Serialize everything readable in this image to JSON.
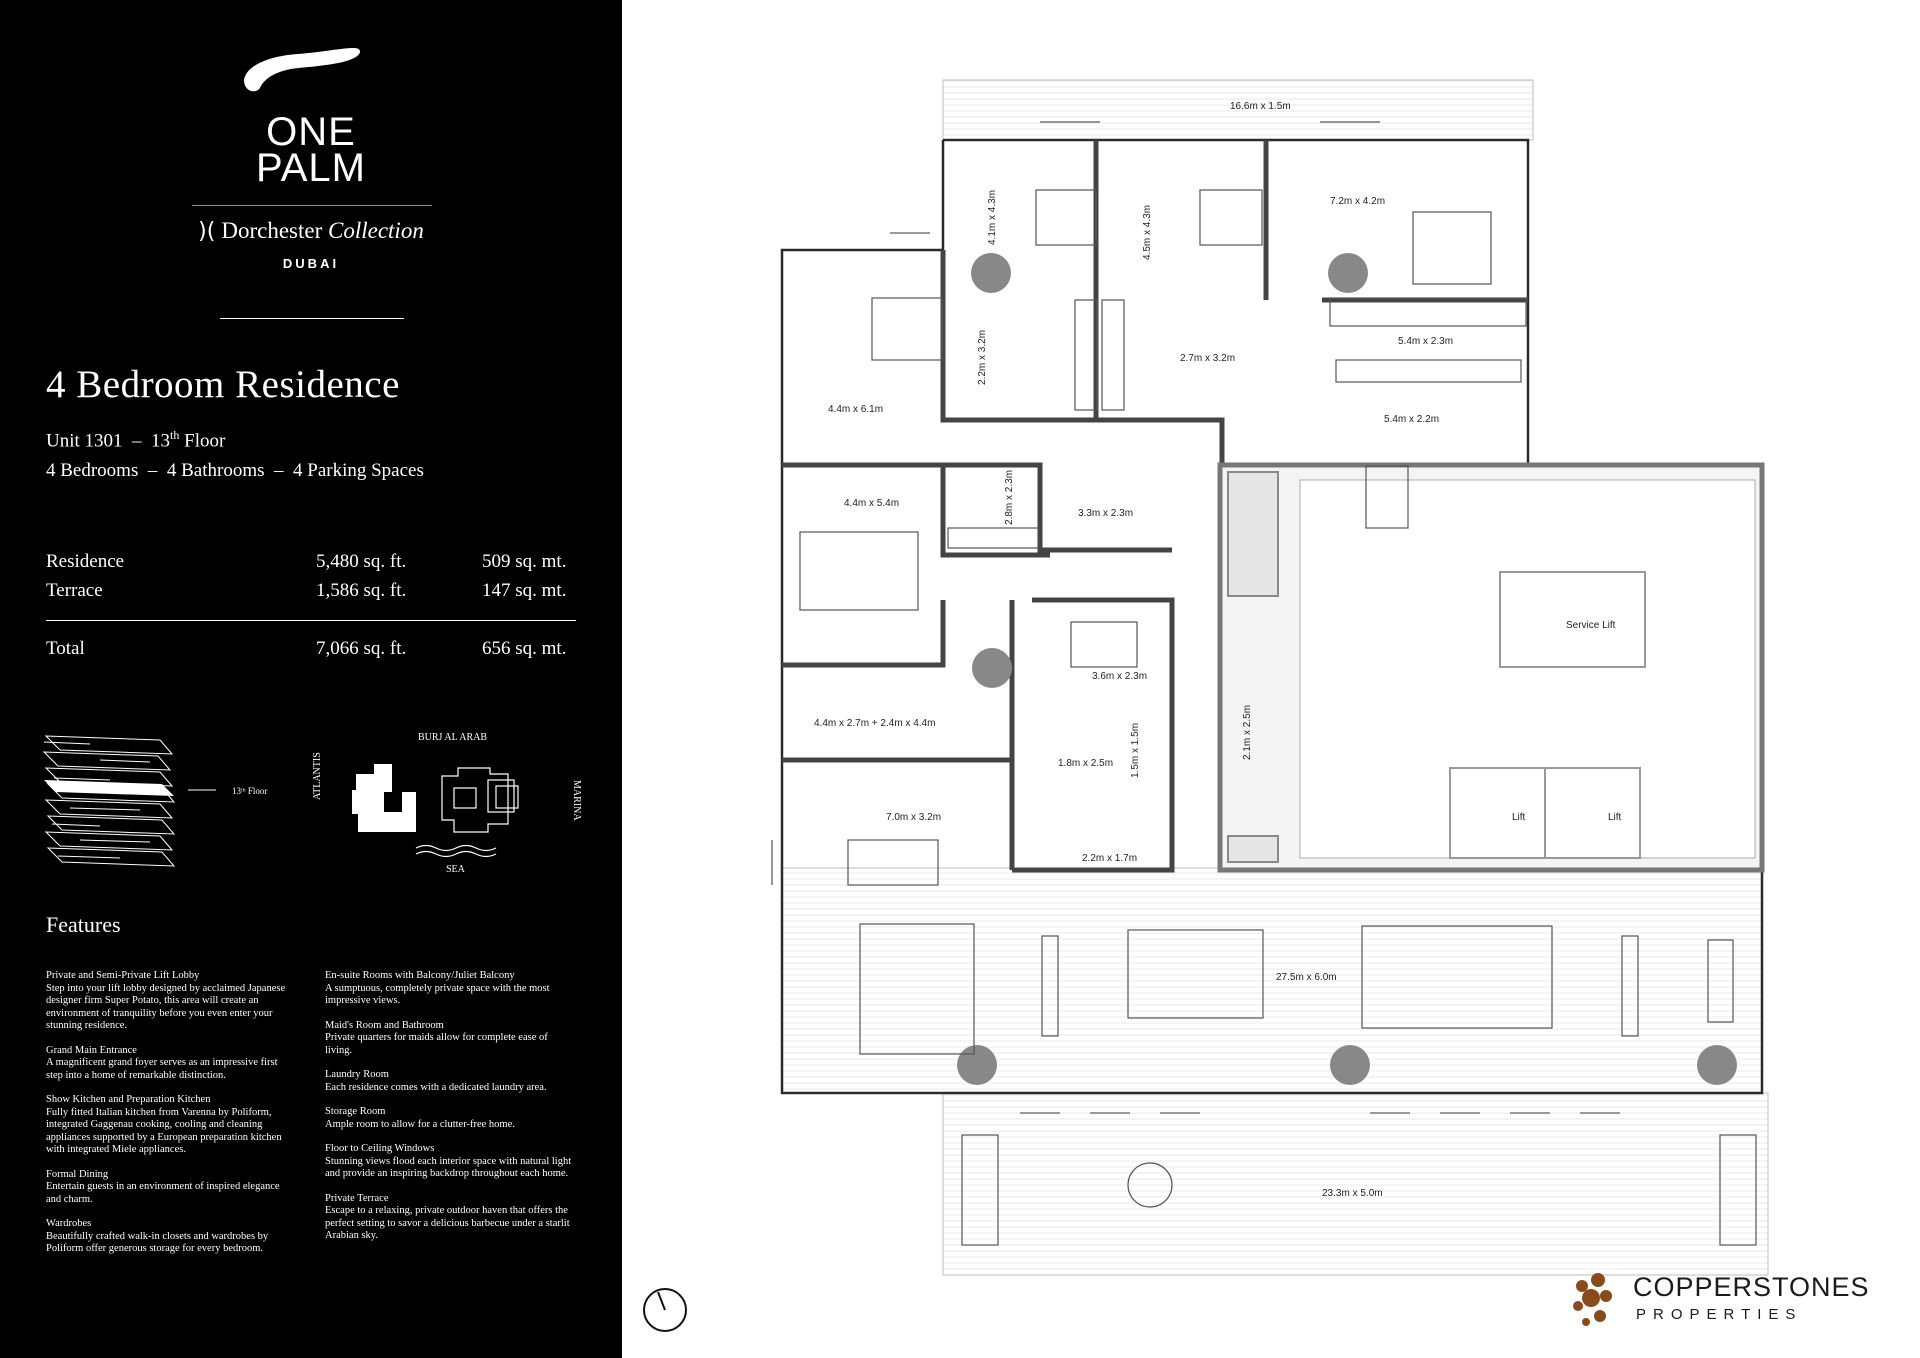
{
  "brand": {
    "line1": "ONE",
    "line2": "PALM",
    "dorchester": "Dorchester",
    "collection": "Collection",
    "city": "DUBAI"
  },
  "residence": {
    "title": "4 Bedroom Residence",
    "unit": "Unit 1301",
    "dash": "–",
    "floor_num": "13",
    "floor_sup": "th",
    "floor_word": "Floor",
    "specs": [
      "4 Bedrooms",
      "4 Bathrooms",
      "4 Parking Spaces"
    ]
  },
  "areas": [
    {
      "label": "Residence",
      "sqft": "5,480 sq. ft.",
      "sqm": "509 sq. mt."
    },
    {
      "label": "Terrace",
      "sqft": "1,586 sq. ft.",
      "sqm": "147 sq. mt."
    }
  ],
  "total": {
    "label": "Total",
    "sqft": "7,066 sq. ft.",
    "sqm": "656 sq. mt."
  },
  "location": {
    "floor_label": "13ᵗʰ Floor",
    "burj": "BURJ AL ARAB",
    "atlantis": "ATLANTIS",
    "marina": "MARINA",
    "sea": "SEA"
  },
  "features_title": "Features",
  "features_left": [
    {
      "title": "Private and Semi-Private Lift Lobby",
      "desc": "Step into your lift lobby designed by acclaimed Japanese designer firm Super Potato, this area will create an environment of tranquility before you even enter your stunning residence."
    },
    {
      "title": "Grand Main Entrance",
      "desc": "A magnificent grand foyer serves as an impressive first step into a home of remarkable distinction."
    },
    {
      "title": "Show Kitchen and Preparation Kitchen",
      "desc": "Fully fitted Italian kitchen from Varenna by Poliform, integrated Gaggenau cooking, cooling and cleaning appliances supported by a European preparation kitchen with integrated Miele appliances."
    },
    {
      "title": "Formal Dining",
      "desc": "Entertain guests in an environment of inspired elegance and charm."
    },
    {
      "title": "Wardrobes",
      "desc": "Beautifully crafted walk-in closets and wardrobes by Poliform offer generous storage for every bedroom."
    }
  ],
  "features_right": [
    {
      "title": "En-suite Rooms with Balcony/Juliet Balcony",
      "desc": "A sumptuous, completely private space with the most impressive views."
    },
    {
      "title": "Maid's Room and Bathroom",
      "desc": "Private quarters for maids allow for complete ease of living."
    },
    {
      "title": "Laundry Room",
      "desc": "Each residence comes with a dedicated laundry area."
    },
    {
      "title": "Storage Room",
      "desc": "Ample room to allow for a clutter-free home."
    },
    {
      "title": "Floor to Ceiling Windows",
      "desc": "Stunning views flood each interior space with natural light and provide an inspiring backdrop throughout each home."
    },
    {
      "title": "Private Terrace",
      "desc": "Escape to a relaxing, private outdoor haven that offers the perfect setting to savor a delicious barbecue under a starlit Arabian sky."
    }
  ],
  "plan": {
    "dims": [
      "16.6m x 1.5m",
      "4.1m x 4.3m",
      "4.5m x 4.3m",
      "7.2m x 4.2m",
      "2.2m x 3.2m",
      "2.7m x 3.2m",
      "5.4m x 2.3m",
      "4.4m x 6.1m",
      "5.4m x 2.2m",
      "2.8m x 2.3m",
      "3.3m x 2.3m",
      "4.4m x 5.4m",
      "3.6m x 2.3m",
      "4.4m x 2.7m + 2.4m x 4.4m",
      "2.1m x 2.5m",
      "1.8m x 2.5m",
      "1.5m x 1.5m",
      "7.0m x 3.2m",
      "2.2m x 1.7m",
      "27.5m x 6.0m",
      "23.3m x 5.0m"
    ],
    "service_lift": "Service Lift",
    "lift1": "Lift",
    "lift2": "Lift"
  },
  "agency": {
    "name": "COPPERSTONES",
    "tagline": "PROPERTIES"
  }
}
